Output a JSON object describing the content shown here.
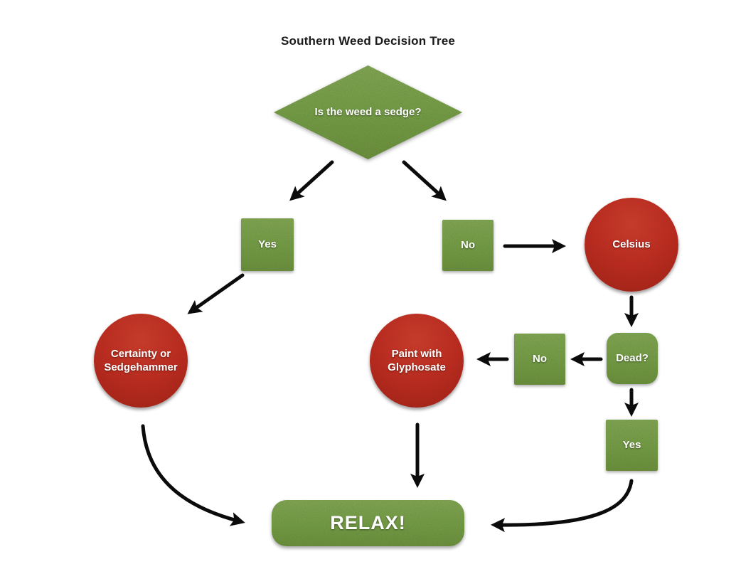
{
  "title": "Southern Weed Decision Tree",
  "colors": {
    "node_green": "#7ba74a",
    "node_red": "#c2281f",
    "arrow_black": "#0b0b0b",
    "label_white": "#ffffff",
    "title_black": "#1a1a1a",
    "background": "#ffffff"
  },
  "nodes": {
    "root": {
      "shape": "diamond",
      "label": "Is the weed a sedge?"
    },
    "yes_left": {
      "shape": "square",
      "label": "Yes"
    },
    "no_right": {
      "shape": "square",
      "label": "No"
    },
    "celsius": {
      "shape": "circle",
      "label": "Celsius"
    },
    "certainty": {
      "shape": "circle",
      "label": "Certainty or\nSedgehammer"
    },
    "paint": {
      "shape": "circle",
      "label": "Paint with\nGlyphosate"
    },
    "no_mid": {
      "shape": "square",
      "label": "No"
    },
    "dead": {
      "shape": "rounded-square",
      "label": "Dead?"
    },
    "yes_bottom": {
      "shape": "square",
      "label": "Yes"
    },
    "relax": {
      "shape": "rounded-rect",
      "label": "RELAX!"
    }
  },
  "edges": [
    {
      "from": "root",
      "to": "yes_left"
    },
    {
      "from": "root",
      "to": "no_right"
    },
    {
      "from": "no_right",
      "to": "celsius"
    },
    {
      "from": "yes_left",
      "to": "certainty"
    },
    {
      "from": "celsius",
      "to": "dead"
    },
    {
      "from": "dead",
      "to": "no_mid"
    },
    {
      "from": "no_mid",
      "to": "paint"
    },
    {
      "from": "dead",
      "to": "yes_bottom"
    },
    {
      "from": "certainty",
      "to": "relax"
    },
    {
      "from": "paint",
      "to": "relax"
    },
    {
      "from": "yes_bottom",
      "to": "relax"
    }
  ]
}
